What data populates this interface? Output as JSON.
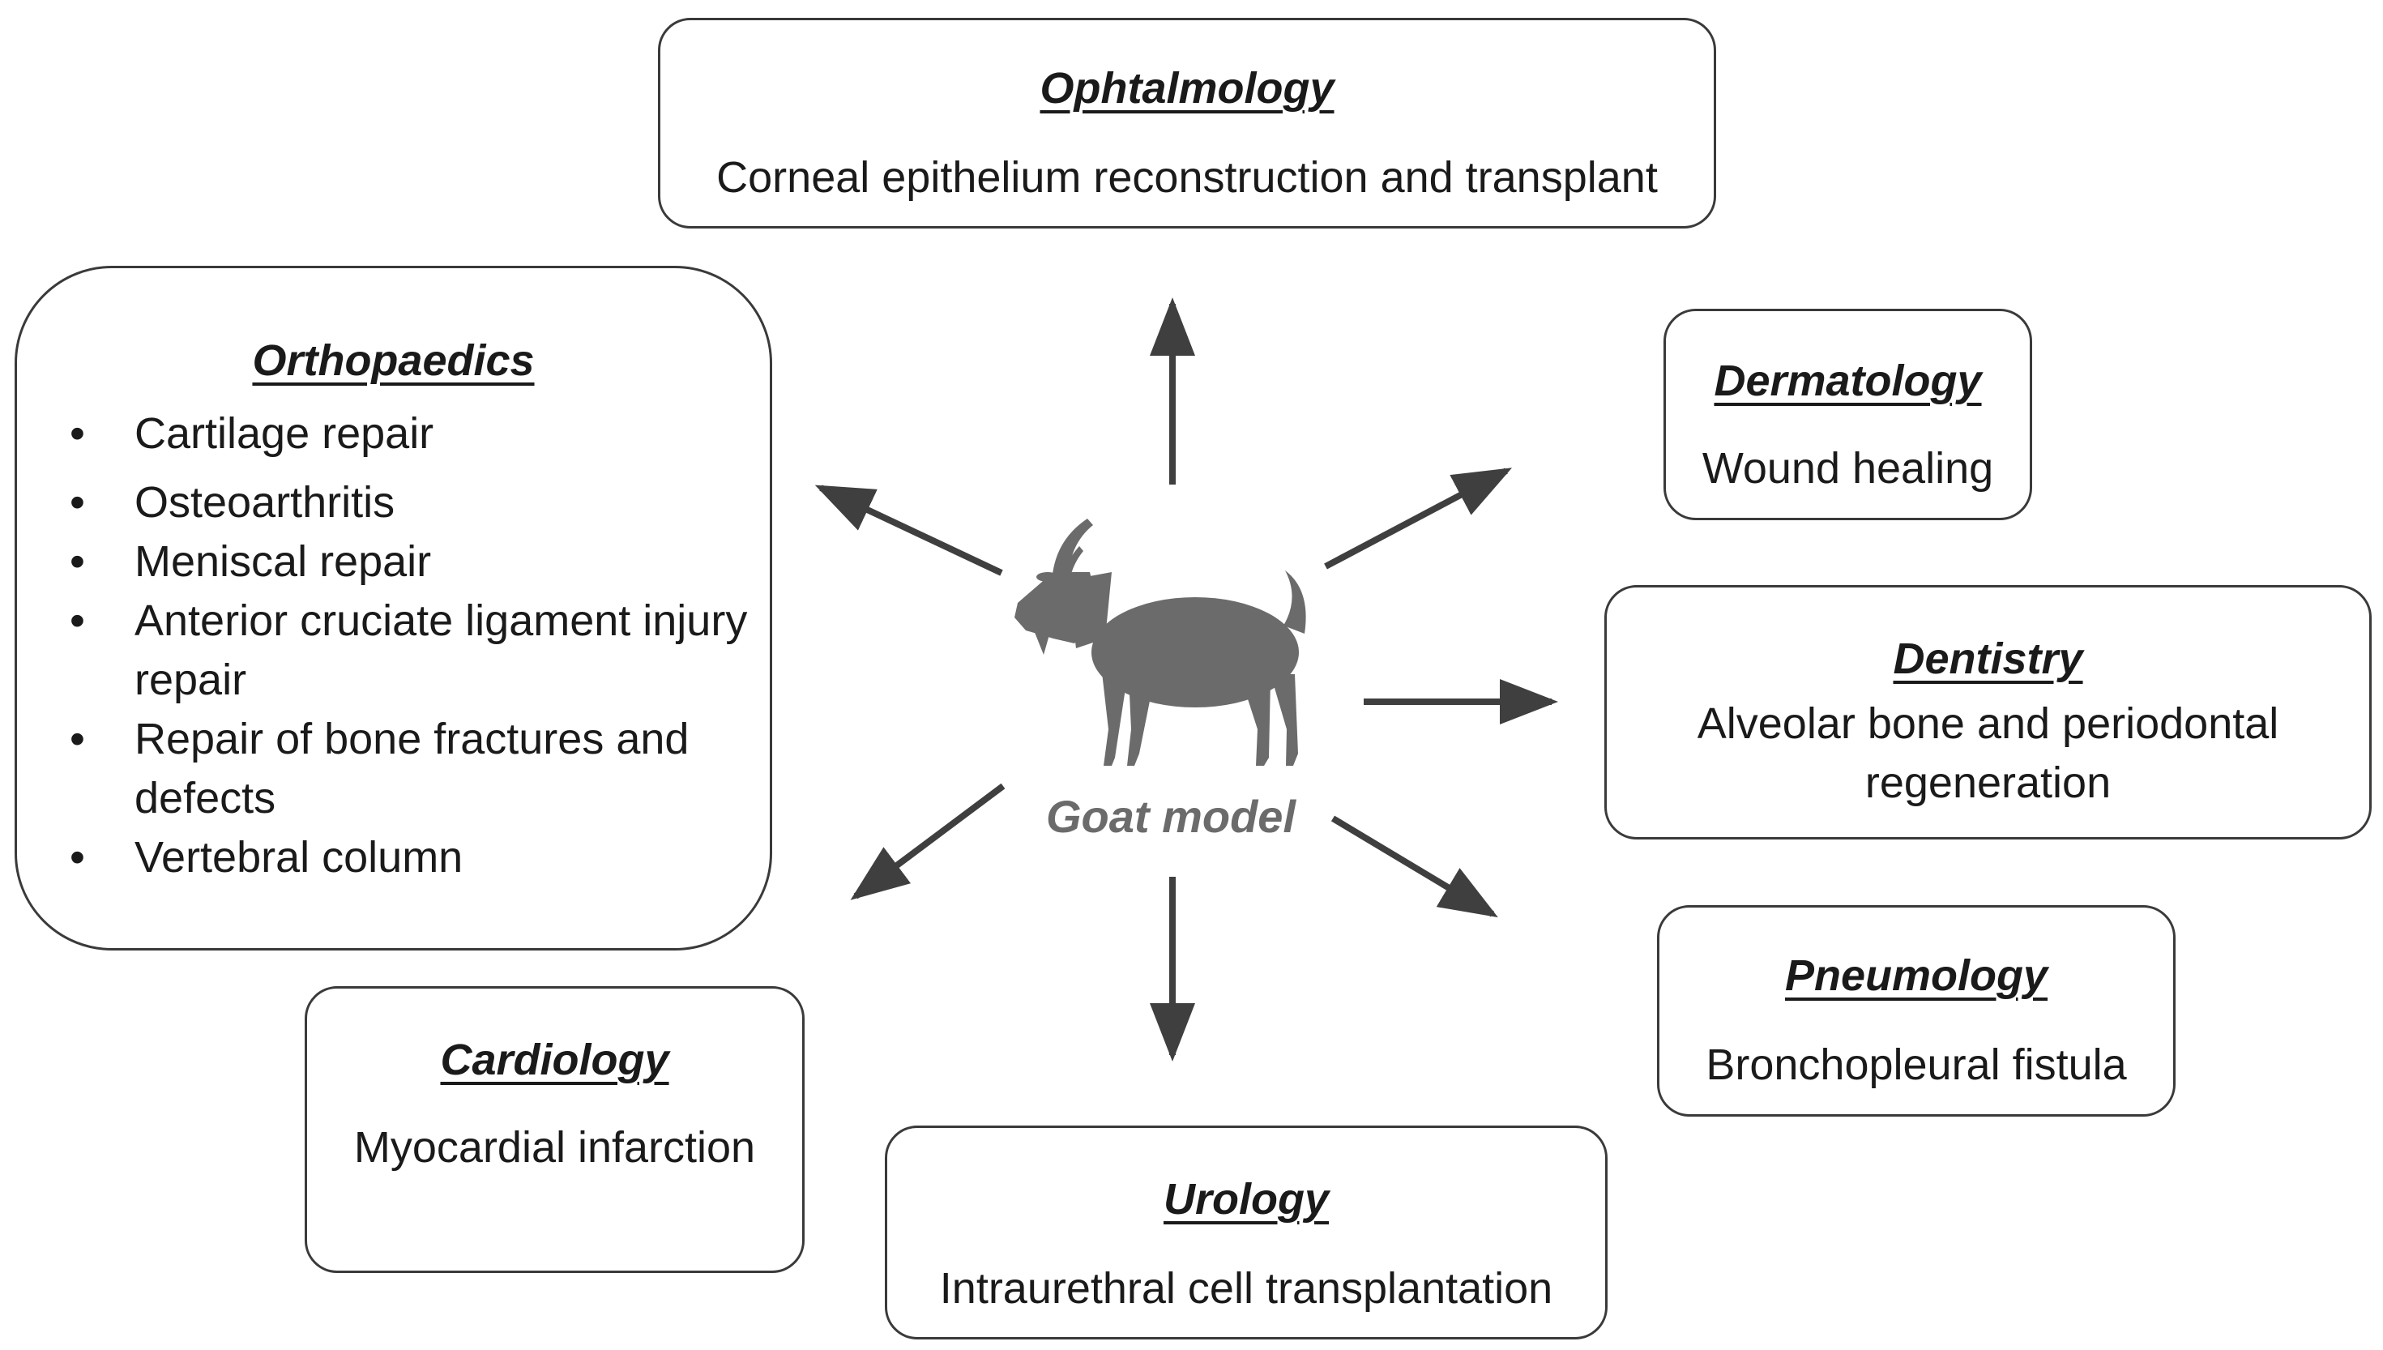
{
  "center": {
    "label": "Goat model"
  },
  "ophthalmology": {
    "title": "Ophtalmology",
    "desc": "Corneal epithelium reconstruction and transplant"
  },
  "orthopaedics": {
    "title": "Orthopaedics",
    "items": [
      "Cartilage repair",
      "Osteoarthritis",
      "Meniscal repair",
      "Anterior cruciate ligament injury repair",
      "Repair of bone fractures and defects",
      "Vertebral column"
    ]
  },
  "dermatology": {
    "title": "Dermatology",
    "desc": "Wound healing"
  },
  "dentistry": {
    "title": "Dentistry",
    "desc": "Alveolar bone and periodontal regeneration"
  },
  "pneumology": {
    "title": "Pneumology",
    "desc": "Bronchopleural fistula"
  },
  "cardiology": {
    "title": "Cardiology",
    "desc": "Myocardial infarction"
  },
  "urology": {
    "title": "Urology",
    "desc": "Intraurethral cell transplantation"
  },
  "colors": {
    "arrow": "#3f3f3f",
    "goat": "#6b6b6b",
    "border": "#3a3a3a"
  },
  "icons": {
    "center": "goat-icon"
  }
}
